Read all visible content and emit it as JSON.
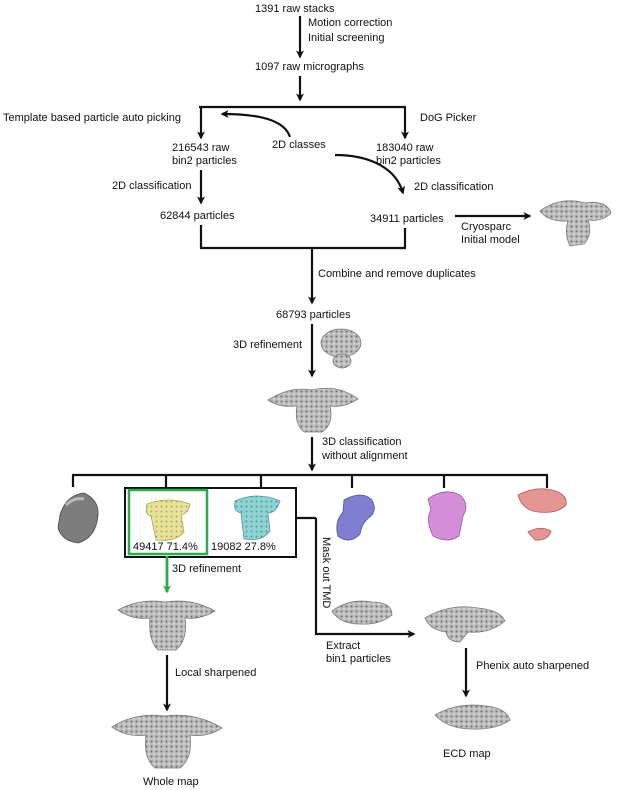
{
  "colors": {
    "line": "#111111",
    "accent_green": "#2eaa4a",
    "map_gray": "#9a9a9a",
    "map_dark_gray": "#6e6e6e",
    "class_yellow": "#e7e39a",
    "class_cyan": "#8fd3d3",
    "class_blue": "#7f7fd2",
    "class_violet": "#d38fd8",
    "class_pink": "#e69595"
  },
  "steps": {
    "raw_stacks": "1391 raw stacks",
    "motion_correction": "Motion correction",
    "initial_screening": "Initial screening",
    "raw_micrographs": "1097 raw micrographs",
    "template_picking": "Template based particle auto picking",
    "dog_picker": "DoG Picker",
    "classes_2d": "2D classes",
    "left_raw_1": "216543 raw",
    "left_raw_2": "bin2 particles",
    "right_raw_1": "183040 raw",
    "right_raw_2": "bin2 particles",
    "class2d_left": "2D classification",
    "class2d_right": "2D classification",
    "left_particles": "62844 particles",
    "right_particles": "34911 particles",
    "cryosparc_1": "Cryosparc",
    "cryosparc_2": "Initial model",
    "combine": "Combine and remove duplicates",
    "combined_particles": "68793 particles",
    "refine_3d": "3D refinement",
    "class3d_1": "3D classification",
    "class3d_2": "without alignment",
    "class1_label": "49417  71.4%",
    "class2_label": "19082  27.8%",
    "refine_3d_2": "3D refinement",
    "mask_out": "Mask out TMD",
    "extract_1": "Extract",
    "extract_2": "bin1 particles",
    "local_sharpened": "Local sharpened",
    "phenix": "Phenix auto sharpened",
    "whole_map": "Whole map",
    "ecd_map": "ECD map"
  }
}
